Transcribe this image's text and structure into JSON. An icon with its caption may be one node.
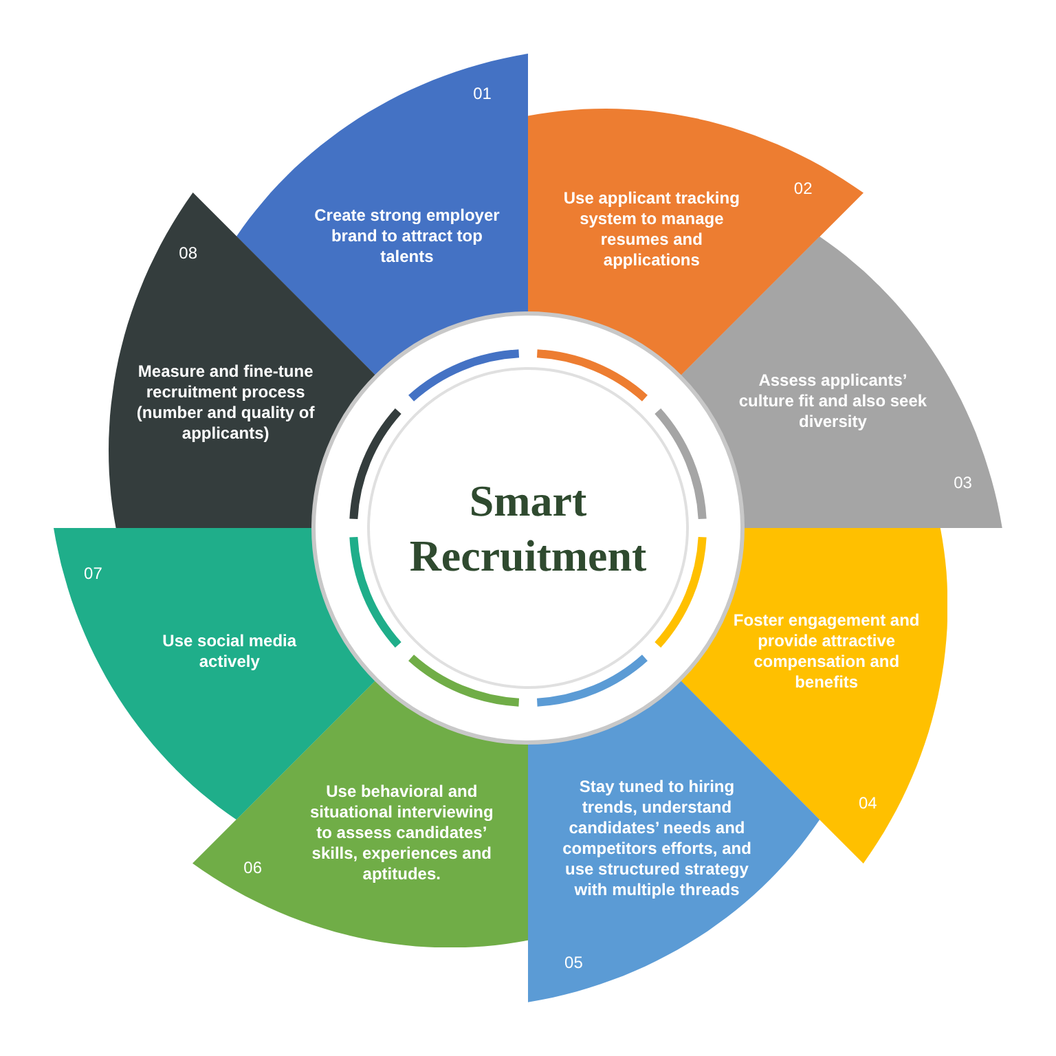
{
  "diagram": {
    "nodes": [
      {
        "text": [
          "01",
          "Create strong employer brand to attract top talents"
        ]
      },
      {
        "text": [
          "02",
          "Use applicant tracking system to manage resumes and applications"
        ]
      },
      {
        "text": [
          "03",
          "Assess applicants’ culture fit and also seek diversity"
        ]
      },
      {
        "text": [
          "Foster engagement and provide attractive compensation and benefits",
          "04"
        ]
      },
      {
        "text": [
          "Stay tuned to hiring trends, understand candidates’ needs and competitors efforts, and use structured strategy with multiple threads",
          "05"
        ]
      },
      {
        "text": [
          "06",
          "Use behavioral and situational interviewing to assess candidates’ skills, experiences and aptitudes."
        ]
      },
      {
        "text": [
          "07",
          "Use social media actively"
        ]
      },
      {
        "text": [
          "08",
          "Measure and fine-tune recruitment process (number and quality of applicants)"
        ]
      },
      {
        "text": [
          "Smart Recruitment"
        ]
      }
    ],
    "edges": []
  }
}
